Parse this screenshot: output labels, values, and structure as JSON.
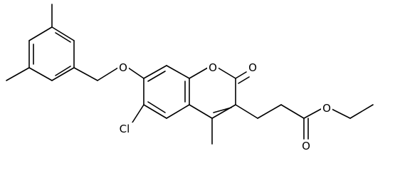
{
  "molecule": {
    "atom_labels": {
      "ether_oxygen": "O",
      "ring_oxygen": "O",
      "carbonyl_oxygen": "O",
      "chlorine": "Cl",
      "ester_oxygen": "O",
      "ester_carbonyl_oxygen": "O"
    }
  }
}
